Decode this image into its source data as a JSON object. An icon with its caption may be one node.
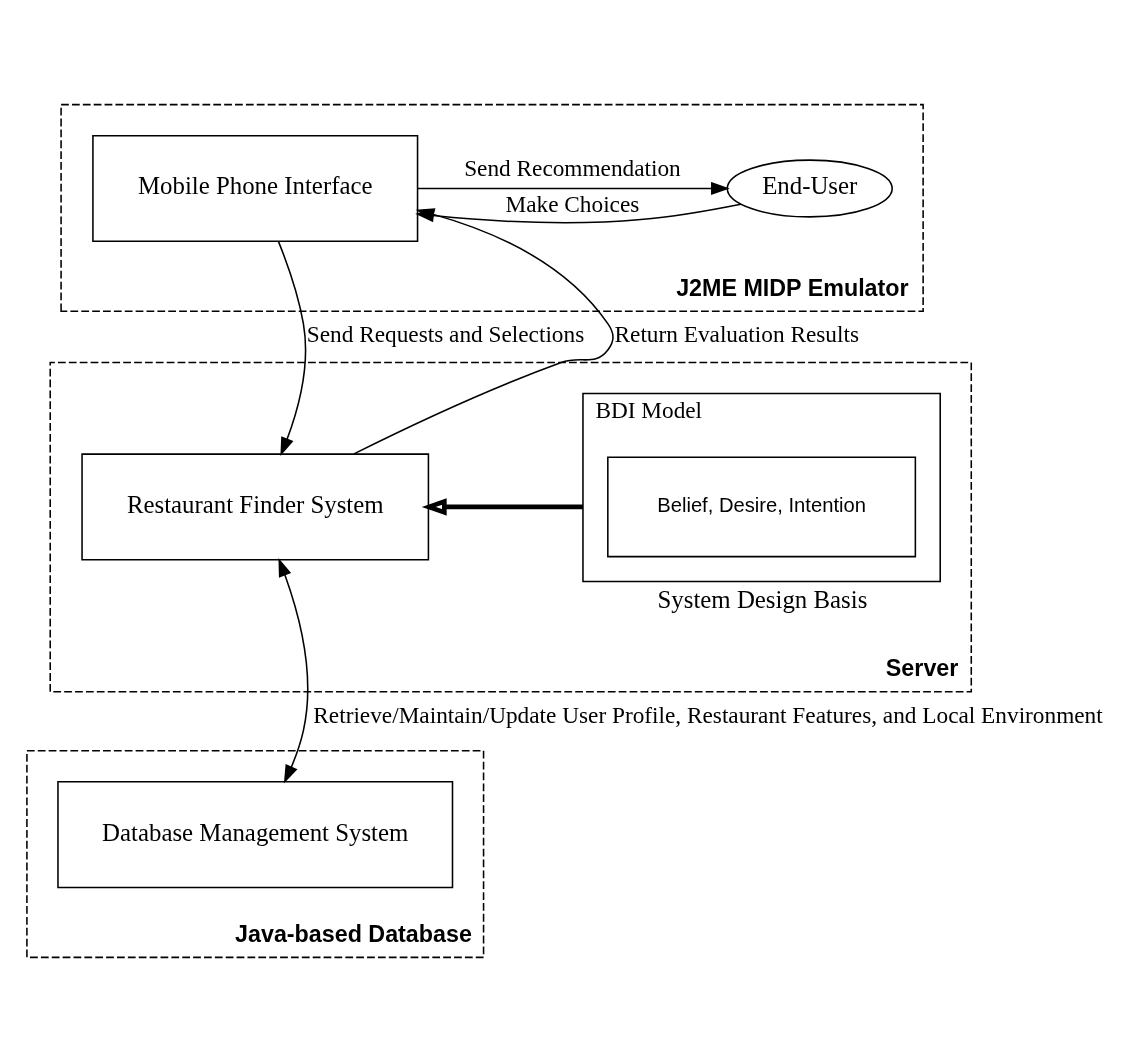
{
  "diagram": {
    "nodes": [
      {
        "text": [
          "J2ME MIDP Emulator"
        ]
      },
      {
        "text": [
          "Mobile Phone Interface"
        ],
        "in": 0
      },
      {
        "text": [
          "End-User"
        ],
        "in": 0
      },
      {
        "text": [
          "Server"
        ]
      },
      {
        "text": [
          "Restaurant Finder System"
        ],
        "in": 3
      },
      {
        "text": [
          "BDI Model"
        ],
        "in": 3,
        "beside": [
          "System Design Basis"
        ]
      },
      {
        "text": [
          "Belief, Desire, Intention"
        ],
        "in": 5
      },
      {
        "text": [
          "Java-based Database"
        ]
      },
      {
        "text": [
          "Database Management System"
        ],
        "in": 7
      }
    ],
    "edges": [
      {
        "from": 2,
        "to": 1,
        "arrow": "to",
        "label": "Make Choices"
      },
      {
        "from": 1,
        "to": 2,
        "arrow": "to",
        "label": "Send Recommendation"
      },
      {
        "from": 1,
        "to": 4,
        "arrow": "to",
        "label": "Send Requests and Selections"
      },
      {
        "from": 4,
        "to": 1,
        "arrow": "to",
        "label": "Return Evaluation Results"
      },
      {
        "from": 5,
        "to": 4,
        "arrow": "to",
        "style": "thick"
      },
      {
        "from": 4,
        "to": 8,
        "arrow": "both",
        "label": "Retrieve/Maintain/Update User Profile, Restaurant Features, and Local Environment"
      }
    ]
  }
}
